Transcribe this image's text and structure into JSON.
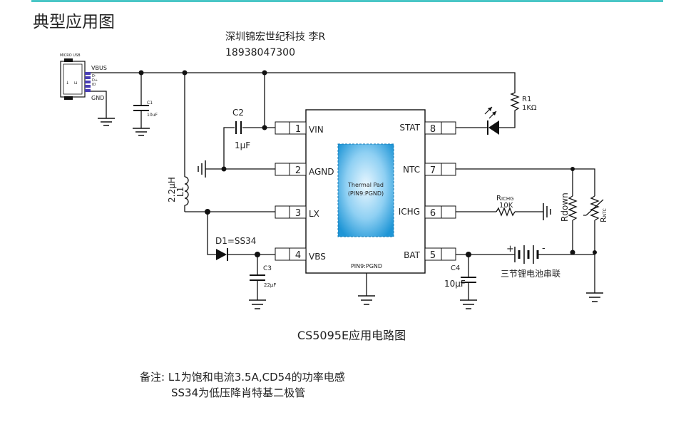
{
  "header": {
    "title": "典型应用图",
    "accent_color": "#49c6c6"
  },
  "watermark": {
    "company": "深圳锦宏世纪科技 李R",
    "phone": "18938047300"
  },
  "chip": {
    "pins_left": [
      {
        "num": "1",
        "name": "VIN"
      },
      {
        "num": "2",
        "name": "AGND"
      },
      {
        "num": "3",
        "name": "LX"
      },
      {
        "num": "4",
        "name": "VBS"
      }
    ],
    "pins_right": [
      {
        "num": "8",
        "name": "STAT"
      },
      {
        "num": "7",
        "name": "NTC"
      },
      {
        "num": "6",
        "name": "ICHG"
      },
      {
        "num": "5",
        "name": "BAT"
      }
    ],
    "thermal_pad": {
      "line1": "Thermal Pad",
      "line2": "(PIN9:PGND)",
      "color": "#2a9fd8"
    },
    "pin9_label": "PIN9:PGND"
  },
  "usb": {
    "label": "MICRO USB",
    "vbus": "VBUS",
    "gnd": "GND",
    "pins": [
      "D-",
      "D+",
      "ID"
    ]
  },
  "components": {
    "c1": {
      "name": "C1",
      "value": "10uF"
    },
    "c2": {
      "name": "C2",
      "value": "1μF"
    },
    "c3": {
      "name": "C3",
      "value": "22μF"
    },
    "c4": {
      "name": "C4",
      "value": "10μF"
    },
    "l1": {
      "name": "L1",
      "value": "2.2μH"
    },
    "d1": {
      "label": "D1=SS34"
    },
    "r1": {
      "name": "R1",
      "value": "1KΩ"
    },
    "richg": {
      "name": "R",
      "sub": "ICHG",
      "value": "10K"
    },
    "rdown": {
      "name": "Rdown"
    },
    "rntc": {
      "name": "R",
      "sub": "NTC"
    },
    "battery": {
      "label": "三节锂电池串联",
      "plus": "+",
      "minus": "-"
    }
  },
  "caption": "CS5095E应用电路图",
  "notes": {
    "line1": "备注: L1为饱和电流3.5A,CD54的功率电感",
    "line2": "SS34为低压降肖特基二极管"
  }
}
